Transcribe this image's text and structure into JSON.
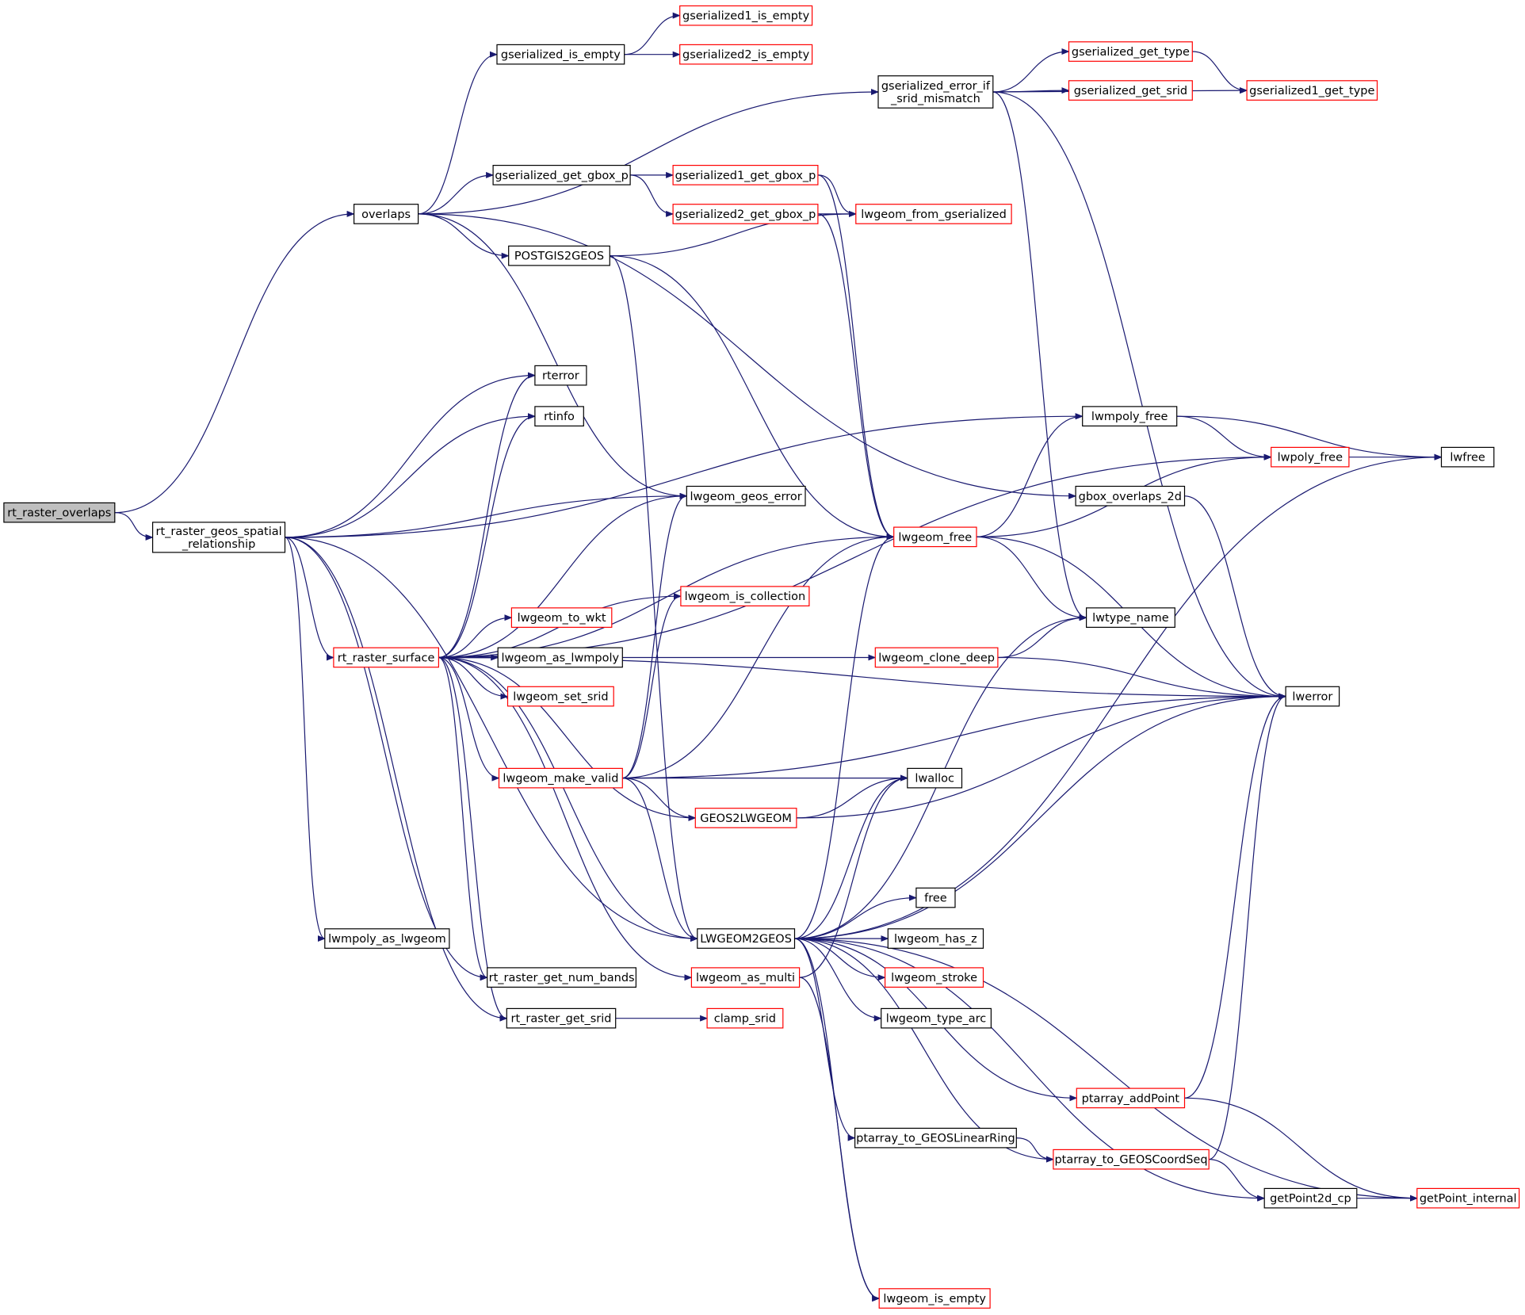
{
  "colors": {
    "edge": "#191970",
    "node_border_normal": "#000000",
    "node_border_truncated": "#ff0000",
    "node_fill_current": "#bfbfbf",
    "node_fill": "#ffffff"
  },
  "graph": {
    "nodes": [
      {
        "id": "rt_raster_overlaps",
        "label": "rt_raster_overlaps",
        "style": "current"
      },
      {
        "id": "rt_raster_geos_spatial_relationship",
        "label": "rt_raster_geos_spatial\n_relationship",
        "style": "normal"
      },
      {
        "id": "overlaps",
        "label": "overlaps",
        "style": "normal"
      },
      {
        "id": "gserialized_is_empty",
        "label": "gserialized_is_empty",
        "style": "normal"
      },
      {
        "id": "gserialized1_is_empty",
        "label": "gserialized1_is_empty",
        "style": "truncated"
      },
      {
        "id": "gserialized2_is_empty",
        "label": "gserialized2_is_empty",
        "style": "truncated"
      },
      {
        "id": "gserialized_error_if_srid_mismatch",
        "label": "gserialized_error_if\n_srid_mismatch",
        "style": "normal"
      },
      {
        "id": "gserialized_get_type",
        "label": "gserialized_get_type",
        "style": "truncated"
      },
      {
        "id": "gserialized_get_srid",
        "label": "gserialized_get_srid",
        "style": "truncated"
      },
      {
        "id": "gserialized1_get_type",
        "label": "gserialized1_get_type",
        "style": "truncated"
      },
      {
        "id": "gserialized_get_gbox_p",
        "label": "gserialized_get_gbox_p",
        "style": "normal"
      },
      {
        "id": "gserialized1_get_gbox_p",
        "label": "gserialized1_get_gbox_p",
        "style": "truncated"
      },
      {
        "id": "gserialized2_get_gbox_p",
        "label": "gserialized2_get_gbox_p",
        "style": "truncated"
      },
      {
        "id": "lwgeom_from_gserialized",
        "label": "lwgeom_from_gserialized",
        "style": "truncated"
      },
      {
        "id": "POSTGIS2GEOS",
        "label": "POSTGIS2GEOS",
        "style": "normal"
      },
      {
        "id": "rterror",
        "label": "rterror",
        "style": "normal"
      },
      {
        "id": "rtinfo",
        "label": "rtinfo",
        "style": "normal"
      },
      {
        "id": "lwmpoly_free",
        "label": "lwmpoly_free",
        "style": "normal"
      },
      {
        "id": "lwpoly_free",
        "label": "lwpoly_free",
        "style": "truncated"
      },
      {
        "id": "lwfree",
        "label": "lwfree",
        "style": "normal"
      },
      {
        "id": "lwgeom_geos_error",
        "label": "lwgeom_geos_error",
        "style": "normal"
      },
      {
        "id": "gbox_overlaps_2d",
        "label": "gbox_overlaps_2d",
        "style": "normal"
      },
      {
        "id": "lwgeom_free",
        "label": "lwgeom_free",
        "style": "truncated"
      },
      {
        "id": "lwgeom_is_collection",
        "label": "lwgeom_is_collection",
        "style": "truncated"
      },
      {
        "id": "lwgeom_to_wkt",
        "label": "lwgeom_to_wkt",
        "style": "truncated"
      },
      {
        "id": "lwtype_name",
        "label": "lwtype_name",
        "style": "normal"
      },
      {
        "id": "rt_raster_surface",
        "label": "rt_raster_surface",
        "style": "truncated"
      },
      {
        "id": "lwgeom_as_lwmpoly",
        "label": "lwgeom_as_lwmpoly",
        "style": "normal"
      },
      {
        "id": "lwgeom_clone_deep",
        "label": "lwgeom_clone_deep",
        "style": "truncated"
      },
      {
        "id": "lwgeom_set_srid",
        "label": "lwgeom_set_srid",
        "style": "truncated"
      },
      {
        "id": "lwerror",
        "label": "lwerror",
        "style": "normal"
      },
      {
        "id": "lwgeom_make_valid",
        "label": "lwgeom_make_valid",
        "style": "truncated"
      },
      {
        "id": "lwalloc",
        "label": "lwalloc",
        "style": "normal"
      },
      {
        "id": "GEOS2LWGEOM",
        "label": "GEOS2LWGEOM",
        "style": "truncated"
      },
      {
        "id": "free",
        "label": "free",
        "style": "normal"
      },
      {
        "id": "lwmpoly_as_lwgeom",
        "label": "lwmpoly_as_lwgeom",
        "style": "normal"
      },
      {
        "id": "LWGEOM2GEOS",
        "label": "LWGEOM2GEOS",
        "style": "normal"
      },
      {
        "id": "lwgeom_has_z",
        "label": "lwgeom_has_z",
        "style": "normal"
      },
      {
        "id": "rt_raster_get_num_bands",
        "label": "rt_raster_get_num_bands",
        "style": "normal"
      },
      {
        "id": "lwgeom_as_multi",
        "label": "lwgeom_as_multi",
        "style": "truncated"
      },
      {
        "id": "lwgeom_stroke",
        "label": "lwgeom_stroke",
        "style": "truncated"
      },
      {
        "id": "rt_raster_get_srid",
        "label": "rt_raster_get_srid",
        "style": "normal"
      },
      {
        "id": "clamp_srid",
        "label": "clamp_srid",
        "style": "truncated"
      },
      {
        "id": "lwgeom_type_arc",
        "label": "lwgeom_type_arc",
        "style": "normal"
      },
      {
        "id": "ptarray_addPoint",
        "label": "ptarray_addPoint",
        "style": "truncated"
      },
      {
        "id": "ptarray_to_GEOSLinearRing",
        "label": "ptarray_to_GEOSLinearRing",
        "style": "normal"
      },
      {
        "id": "ptarray_to_GEOSCoordSeq",
        "label": "ptarray_to_GEOSCoordSeq",
        "style": "truncated"
      },
      {
        "id": "getPoint2d_cp",
        "label": "getPoint2d_cp",
        "style": "normal"
      },
      {
        "id": "getPoint_internal",
        "label": "getPoint_internal",
        "style": "truncated"
      },
      {
        "id": "lwgeom_is_empty",
        "label": "lwgeom_is_empty",
        "style": "truncated"
      }
    ],
    "edges": [
      [
        "rt_raster_overlaps",
        "overlaps"
      ],
      [
        "rt_raster_overlaps",
        "rt_raster_geos_spatial_relationship"
      ],
      [
        "overlaps",
        "gserialized_is_empty"
      ],
      [
        "overlaps",
        "gserialized_error_if_srid_mismatch"
      ],
      [
        "overlaps",
        "gserialized_get_gbox_p"
      ],
      [
        "overlaps",
        "POSTGIS2GEOS"
      ],
      [
        "overlaps",
        "gbox_overlaps_2d"
      ],
      [
        "overlaps",
        "lwgeom_geos_error"
      ],
      [
        "gserialized_is_empty",
        "gserialized1_is_empty"
      ],
      [
        "gserialized_is_empty",
        "gserialized2_is_empty"
      ],
      [
        "gserialized_error_if_srid_mismatch",
        "gserialized_get_type"
      ],
      [
        "gserialized_error_if_srid_mismatch",
        "gserialized_get_srid"
      ],
      [
        "gserialized_error_if_srid_mismatch",
        "gserialized1_get_type"
      ],
      [
        "gserialized_error_if_srid_mismatch",
        "lwtype_name"
      ],
      [
        "gserialized_error_if_srid_mismatch",
        "lwerror"
      ],
      [
        "gserialized_get_type",
        "gserialized1_get_type"
      ],
      [
        "gserialized_get_gbox_p",
        "gserialized1_get_gbox_p"
      ],
      [
        "gserialized_get_gbox_p",
        "gserialized2_get_gbox_p"
      ],
      [
        "gserialized1_get_gbox_p",
        "lwgeom_from_gserialized"
      ],
      [
        "gserialized1_get_gbox_p",
        "lwgeom_free"
      ],
      [
        "gserialized2_get_gbox_p",
        "lwgeom_from_gserialized"
      ],
      [
        "gserialized2_get_gbox_p",
        "lwgeom_free"
      ],
      [
        "POSTGIS2GEOS",
        "lwgeom_from_gserialized"
      ],
      [
        "POSTGIS2GEOS",
        "lwgeom_free"
      ],
      [
        "POSTGIS2GEOS",
        "LWGEOM2GEOS"
      ],
      [
        "gbox_overlaps_2d",
        "lwerror"
      ],
      [
        "rt_raster_geos_spatial_relationship",
        "lwmpoly_free"
      ],
      [
        "rt_raster_geos_spatial_relationship",
        "rterror"
      ],
      [
        "rt_raster_geos_spatial_relationship",
        "rtinfo"
      ],
      [
        "rt_raster_geos_spatial_relationship",
        "lwgeom_geos_error"
      ],
      [
        "rt_raster_geos_spatial_relationship",
        "rt_raster_surface"
      ],
      [
        "rt_raster_geos_spatial_relationship",
        "lwmpoly_as_lwgeom"
      ],
      [
        "rt_raster_geos_spatial_relationship",
        "LWGEOM2GEOS"
      ],
      [
        "rt_raster_geos_spatial_relationship",
        "rt_raster_get_num_bands"
      ],
      [
        "rt_raster_geos_spatial_relationship",
        "rt_raster_get_srid"
      ],
      [
        "lwmpoly_free",
        "lwpoly_free"
      ],
      [
        "lwmpoly_free",
        "lwfree"
      ],
      [
        "lwpoly_free",
        "lwfree"
      ],
      [
        "lwgeom_free",
        "lwmpoly_free"
      ],
      [
        "lwgeom_free",
        "lwpoly_free"
      ],
      [
        "lwgeom_free",
        "lwtype_name"
      ],
      [
        "lwgeom_free",
        "lwerror"
      ],
      [
        "rt_raster_surface",
        "rterror"
      ],
      [
        "rt_raster_surface",
        "rtinfo"
      ],
      [
        "rt_raster_surface",
        "lwpoly_free"
      ],
      [
        "rt_raster_surface",
        "lwgeom_geos_error"
      ],
      [
        "rt_raster_surface",
        "lwgeom_free"
      ],
      [
        "rt_raster_surface",
        "lwgeom_is_collection"
      ],
      [
        "rt_raster_surface",
        "lwgeom_to_wkt"
      ],
      [
        "rt_raster_surface",
        "lwgeom_as_lwmpoly"
      ],
      [
        "rt_raster_surface",
        "lwgeom_set_srid"
      ],
      [
        "rt_raster_surface",
        "lwgeom_clone_deep"
      ],
      [
        "rt_raster_surface",
        "lwerror"
      ],
      [
        "rt_raster_surface",
        "lwgeom_make_valid"
      ],
      [
        "rt_raster_surface",
        "GEOS2LWGEOM"
      ],
      [
        "rt_raster_surface",
        "LWGEOM2GEOS"
      ],
      [
        "rt_raster_surface",
        "lwgeom_as_multi"
      ],
      [
        "rt_raster_surface",
        "rt_raster_get_num_bands"
      ],
      [
        "rt_raster_surface",
        "rt_raster_get_srid"
      ],
      [
        "lwgeom_clone_deep",
        "lwtype_name"
      ],
      [
        "lwgeom_clone_deep",
        "lwerror"
      ],
      [
        "lwgeom_make_valid",
        "lwgeom_geos_error"
      ],
      [
        "lwgeom_make_valid",
        "lwgeom_free"
      ],
      [
        "lwgeom_make_valid",
        "lwgeom_is_collection"
      ],
      [
        "lwgeom_make_valid",
        "lwerror"
      ],
      [
        "lwgeom_make_valid",
        "lwalloc"
      ],
      [
        "lwgeom_make_valid",
        "GEOS2LWGEOM"
      ],
      [
        "lwgeom_make_valid",
        "LWGEOM2GEOS"
      ],
      [
        "GEOS2LWGEOM",
        "lwalloc"
      ],
      [
        "GEOS2LWGEOM",
        "lwerror"
      ],
      [
        "LWGEOM2GEOS",
        "lwgeom_free"
      ],
      [
        "LWGEOM2GEOS",
        "lwtype_name"
      ],
      [
        "LWGEOM2GEOS",
        "lwerror"
      ],
      [
        "LWGEOM2GEOS",
        "lwalloc"
      ],
      [
        "LWGEOM2GEOS",
        "free"
      ],
      [
        "LWGEOM2GEOS",
        "lwgeom_has_z"
      ],
      [
        "LWGEOM2GEOS",
        "lwgeom_stroke"
      ],
      [
        "LWGEOM2GEOS",
        "lwgeom_type_arc"
      ],
      [
        "LWGEOM2GEOS",
        "ptarray_addPoint"
      ],
      [
        "LWGEOM2GEOS",
        "ptarray_to_GEOSLinearRing"
      ],
      [
        "LWGEOM2GEOS",
        "ptarray_to_GEOSCoordSeq"
      ],
      [
        "LWGEOM2GEOS",
        "getPoint2d_cp"
      ],
      [
        "LWGEOM2GEOS",
        "getPoint_internal"
      ],
      [
        "LWGEOM2GEOS",
        "lwgeom_is_empty"
      ],
      [
        "LWGEOM2GEOS",
        "lwfree"
      ],
      [
        "lwgeom_as_multi",
        "lwalloc"
      ],
      [
        "lwgeom_as_multi",
        "lwgeom_is_empty"
      ],
      [
        "rt_raster_get_srid",
        "clamp_srid"
      ],
      [
        "ptarray_addPoint",
        "lwerror"
      ],
      [
        "ptarray_addPoint",
        "getPoint_internal"
      ],
      [
        "ptarray_to_GEOSLinearRing",
        "ptarray_to_GEOSCoordSeq"
      ],
      [
        "ptarray_to_GEOSCoordSeq",
        "lwerror"
      ],
      [
        "ptarray_to_GEOSCoordSeq",
        "getPoint2d_cp"
      ],
      [
        "getPoint2d_cp",
        "getPoint_internal"
      ]
    ]
  }
}
